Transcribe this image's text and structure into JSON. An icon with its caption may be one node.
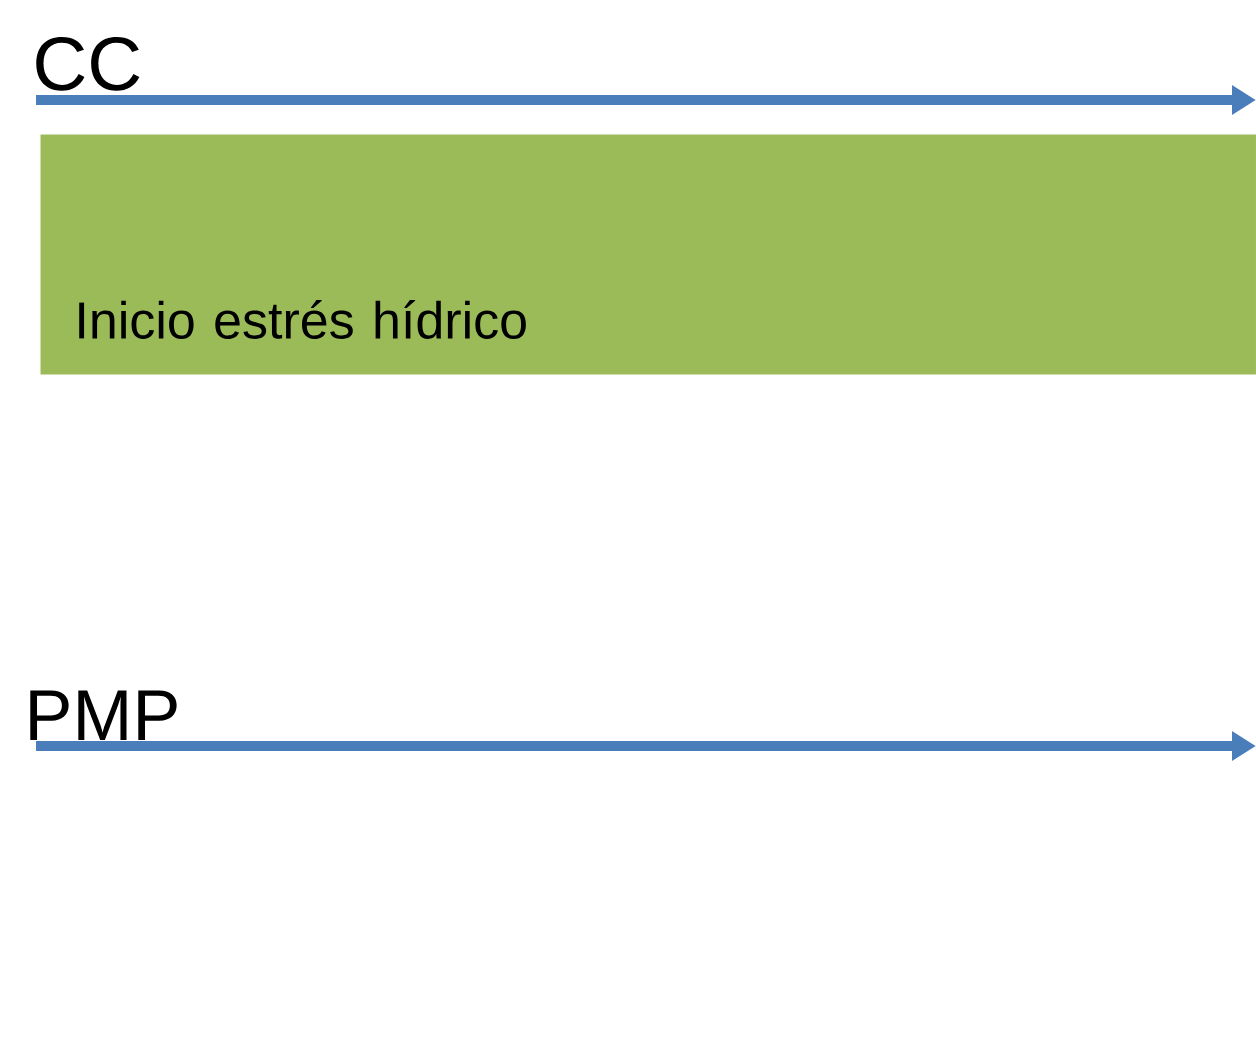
{
  "diagram": {
    "nodes": [
      {
        "text": [
          "Inicio estrés hídrico"
        ]
      }
    ],
    "labels": [
      "CC",
      "PMP"
    ]
  }
}
